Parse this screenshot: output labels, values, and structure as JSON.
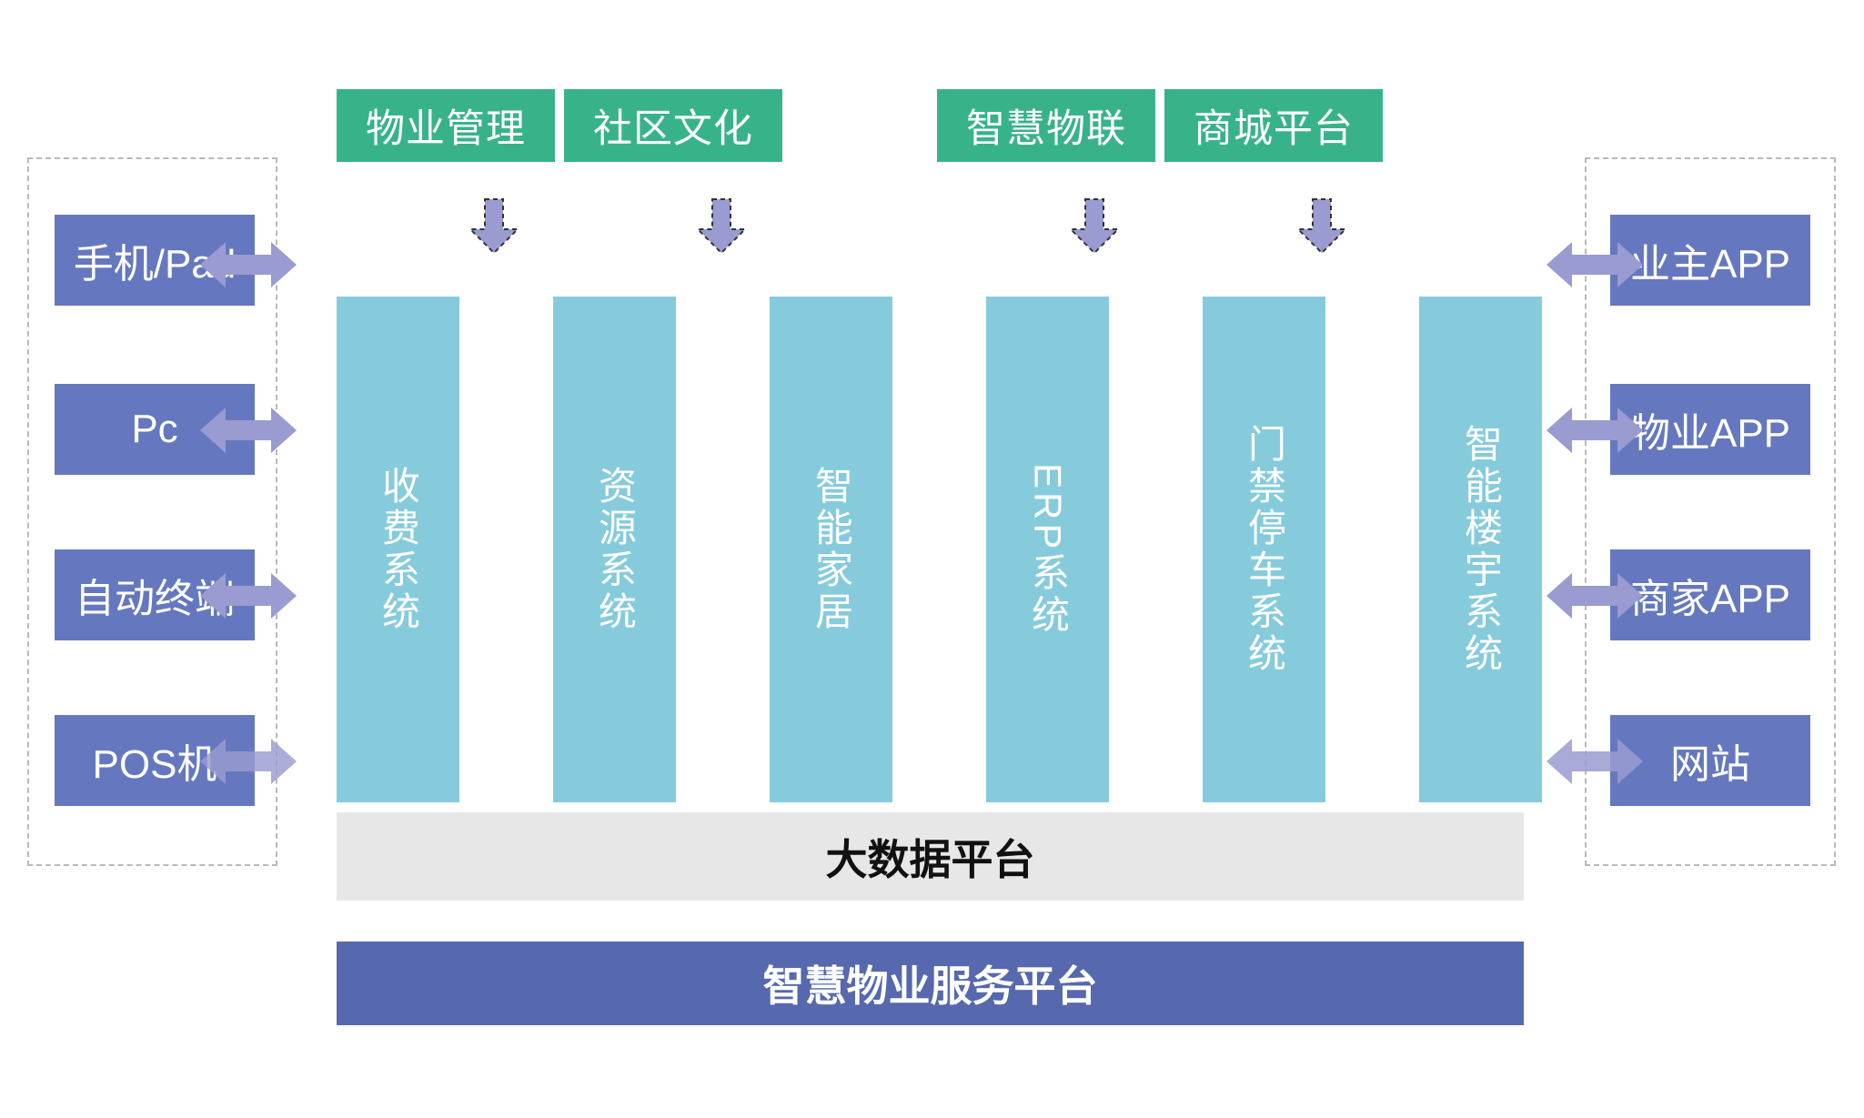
{
  "diagram": {
    "title_platform": "智慧物业服务平台",
    "title_data": "大数据平台",
    "colors": {
      "channel_green": "#38b389",
      "node_indigo": "#6578bf",
      "pillar_teal": "#85cbdc",
      "arrow_purple": "#9a9bd0",
      "arrow_outline": "#333333",
      "data_bar_gray": "#e7e7e7",
      "platform_bar_blue": "#5668ae",
      "dashed_frame": "#b9b9b9"
    },
    "channels": [
      {
        "label": "物业管理"
      },
      {
        "label": "社区文化"
      },
      {
        "label": "智慧物联"
      },
      {
        "label": "商城平台"
      }
    ],
    "down_arrows": [
      {
        "name": "down-arrow-property-management"
      },
      {
        "name": "down-arrow-community-culture"
      },
      {
        "name": "down-arrow-smart-iot"
      },
      {
        "name": "down-arrow-mall-platform"
      }
    ],
    "left_group": {
      "name": "terminal-devices-group",
      "items": [
        {
          "label": "手机/Pad"
        },
        {
          "label": "Pc"
        },
        {
          "label": "自动终端"
        },
        {
          "label": "POS机"
        }
      ]
    },
    "right_group": {
      "name": "client-apps-group",
      "items": [
        {
          "label": "业主APP"
        },
        {
          "label": "物业APP"
        },
        {
          "label": "商家APP"
        },
        {
          "label": "网站"
        }
      ]
    },
    "systems": [
      {
        "label": "收费系统",
        "latin": false
      },
      {
        "label": "资源系统",
        "latin": false
      },
      {
        "label": "智能家居",
        "latin": false
      },
      {
        "label": "ERP系统",
        "latin": true
      },
      {
        "label": "门禁停车系统",
        "latin": false
      },
      {
        "label": "智能楼宇系统",
        "latin": false
      }
    ],
    "left_arrows": [
      {
        "name": "bidir-arrow-phone-pad"
      },
      {
        "name": "bidir-arrow-pc"
      },
      {
        "name": "bidir-arrow-auto-terminal"
      },
      {
        "name": "bidir-arrow-pos"
      }
    ],
    "right_arrows": [
      {
        "name": "bidir-arrow-owner-app"
      },
      {
        "name": "bidir-arrow-property-app"
      },
      {
        "name": "bidir-arrow-merchant-app"
      },
      {
        "name": "bidir-arrow-website"
      }
    ]
  }
}
